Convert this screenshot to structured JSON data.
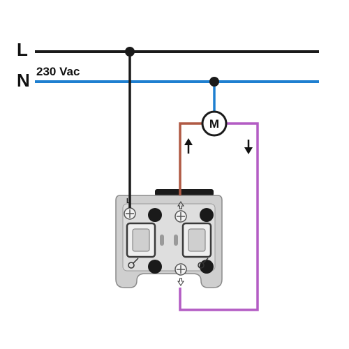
{
  "lines": {
    "live_label": "L",
    "neutral_label": "N",
    "voltage_label": "230 Vac"
  },
  "motor": {
    "label": "M"
  },
  "switch": {
    "terminal_label": "L"
  },
  "icons": {
    "up_arrow": "arrow-up-icon",
    "down_arrow": "arrow-down-icon"
  },
  "colors": {
    "live_wire": "#1a1a1a",
    "neutral_wire": "#1e7fd0",
    "up_wire": "#b05a45",
    "down_wire": "#b35cc4",
    "switch_body": "#d9d9d9",
    "switch_frame": "#c6c6c6"
  }
}
